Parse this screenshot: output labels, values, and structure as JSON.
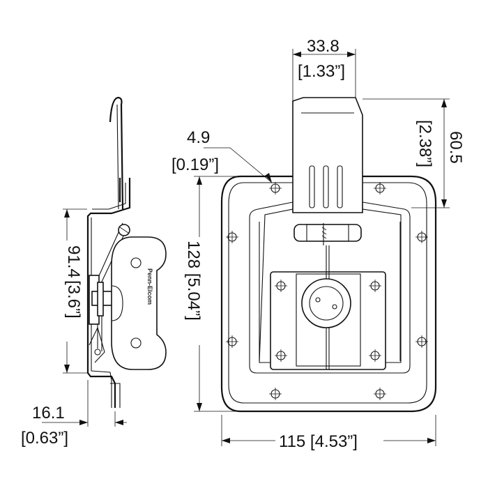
{
  "drawing": {
    "dimensions": {
      "handle_width_mm": "33.8",
      "handle_width_in": "[1.33”]",
      "handle_height_mm": "60.5",
      "handle_height_in": "[2.38”]",
      "hole_dia_mm": "4.9",
      "hole_dia_in": "[0.19”]",
      "plate_height": "128 [5.04”]",
      "plate_width": "115 [4.53”]",
      "cup_depth_mm": "91.4",
      "cup_depth_in": "[3.6”]",
      "side_depth_mm": "16.1",
      "side_depth_in": "[0.63”]"
    },
    "brand": "Penn-Elcom"
  }
}
